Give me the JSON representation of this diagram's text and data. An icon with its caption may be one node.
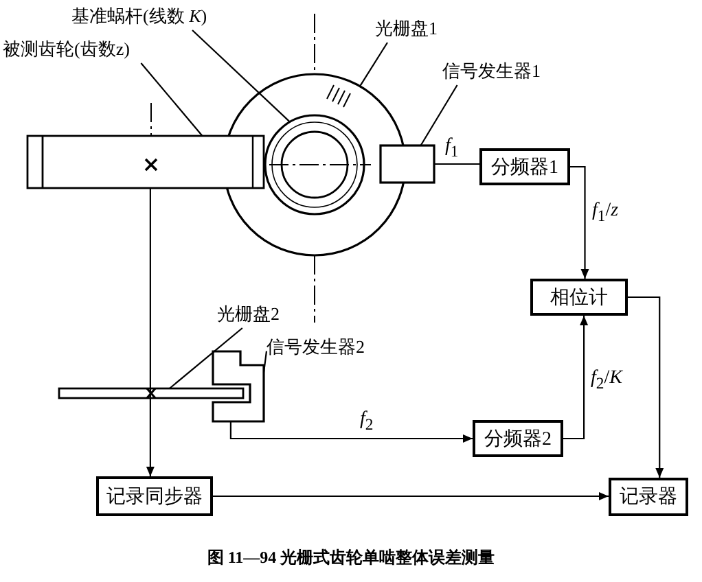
{
  "diagram": {
    "caption": "图 11—94 光栅式齿轮单啮整体误差测量",
    "nodes": [
      {
        "text": [
          "基准蜗杆(线数 *K*)"
        ]
      },
      {
        "text": [
          "被测齿轮(齿数z)"
        ]
      },
      {
        "text": [
          "光栅盘1"
        ]
      },
      {
        "text": [
          "信号发生器1"
        ]
      },
      {
        "text": [],
        "shape": "circle"
      },
      {
        "text": [],
        "shape": "circle",
        "in": 4
      },
      {
        "text": [],
        "shape": "bar"
      },
      {
        "text": [],
        "shape": "box"
      },
      {
        "text": [
          "分频器1"
        ]
      },
      {
        "text": [
          "相位计"
        ]
      },
      {
        "text": [
          "光栅盘2"
        ]
      },
      {
        "text": [
          "信号发生器2"
        ]
      },
      {
        "text": [],
        "shape": "bar"
      },
      {
        "text": [],
        "shape": "box"
      },
      {
        "text": [
          "分频器2"
        ]
      },
      {
        "text": [
          "记录同步器"
        ]
      },
      {
        "text": [
          "记录器"
        ]
      }
    ],
    "edges": [
      {
        "from": 0,
        "to": 5,
        "arrow": "none"
      },
      {
        "from": 1,
        "to": 6,
        "arrow": "none"
      },
      {
        "from": 2,
        "to": 4,
        "arrow": "none"
      },
      {
        "from": 3,
        "to": 7,
        "arrow": "none"
      },
      {
        "from": 10,
        "to": 12,
        "arrow": "none"
      },
      {
        "from": 11,
        "to": 13,
        "arrow": "none"
      },
      {
        "from": 7,
        "to": 8,
        "label": "*f*$_{1}$",
        "arrow": "none"
      },
      {
        "from": 8,
        "to": 9,
        "label": "*f*$_{1}$/*z*",
        "arrow": "to"
      },
      {
        "from": 14,
        "to": 9,
        "label": "*f*$_{2}$/*K*",
        "arrow": "to"
      },
      {
        "from": 13,
        "to": 14,
        "label": "*f*$_{2}$",
        "arrow": "to"
      },
      {
        "from": 9,
        "to": 16,
        "arrow": "to"
      },
      {
        "from": 15,
        "to": 16,
        "arrow": "to"
      },
      {
        "from": 6,
        "to": 15,
        "arrow": "to"
      }
    ]
  }
}
